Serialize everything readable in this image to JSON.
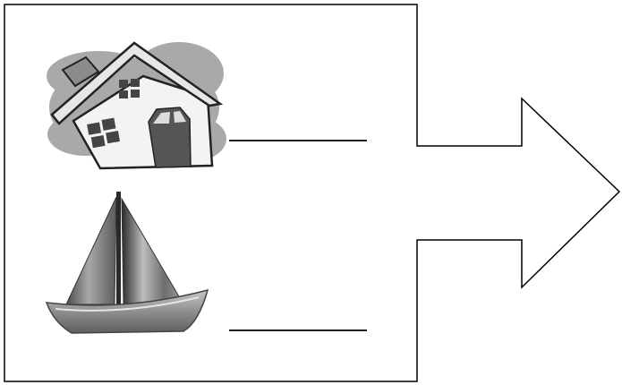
{
  "diagram": {
    "background": "#ffffff",
    "stroke_color": "#000000",
    "shapes": {
      "frame_arrow": {
        "kind": "box-with-arrow",
        "fill": "none"
      },
      "answer_lines": [
        {
          "id": "line-house",
          "label": ""
        },
        {
          "id": "line-boat",
          "label": ""
        }
      ]
    },
    "pictures": [
      {
        "name": "house",
        "icon": "house-icon",
        "colors": {
          "cloud": "#a9a9a9",
          "wall": "#f3f3f3",
          "roof": "#e6e6e6",
          "window": "#444444",
          "door": "#555555"
        }
      },
      {
        "name": "sailboat",
        "icon": "sailboat-icon",
        "colors": {
          "sail_dark": "#3a3a3a",
          "sail_mid": "#8a8a8a",
          "sail_light": "#cfcfcf",
          "hull": "#9a9a9a",
          "mast": "#2a2a2a"
        }
      }
    ]
  }
}
